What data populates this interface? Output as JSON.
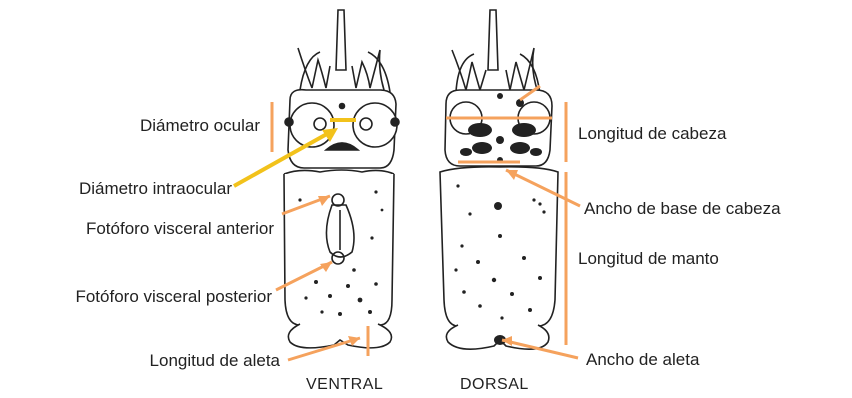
{
  "colors": {
    "annotation": "#f5a25d",
    "yellow_arrow": "#f2c21b",
    "outline": "#222222"
  },
  "views": {
    "ventral": "VENTRAL",
    "dorsal": "DORSAL"
  },
  "labels": {
    "diametro_ocular": "Diámetro ocular",
    "diametro_intraocular": "Diámetro intraocular",
    "fotoforo_anterior": "Fotóforo visceral anterior",
    "fotoforo_posterior": "Fotóforo visceral posterior",
    "longitud_aleta": "Longitud de aleta",
    "longitud_cabeza": "Longitud de cabeza",
    "ancho_base_cabeza": "Ancho de base de cabeza",
    "longitud_manto": "Longitud de manto",
    "ancho_aleta": "Ancho de aleta"
  }
}
